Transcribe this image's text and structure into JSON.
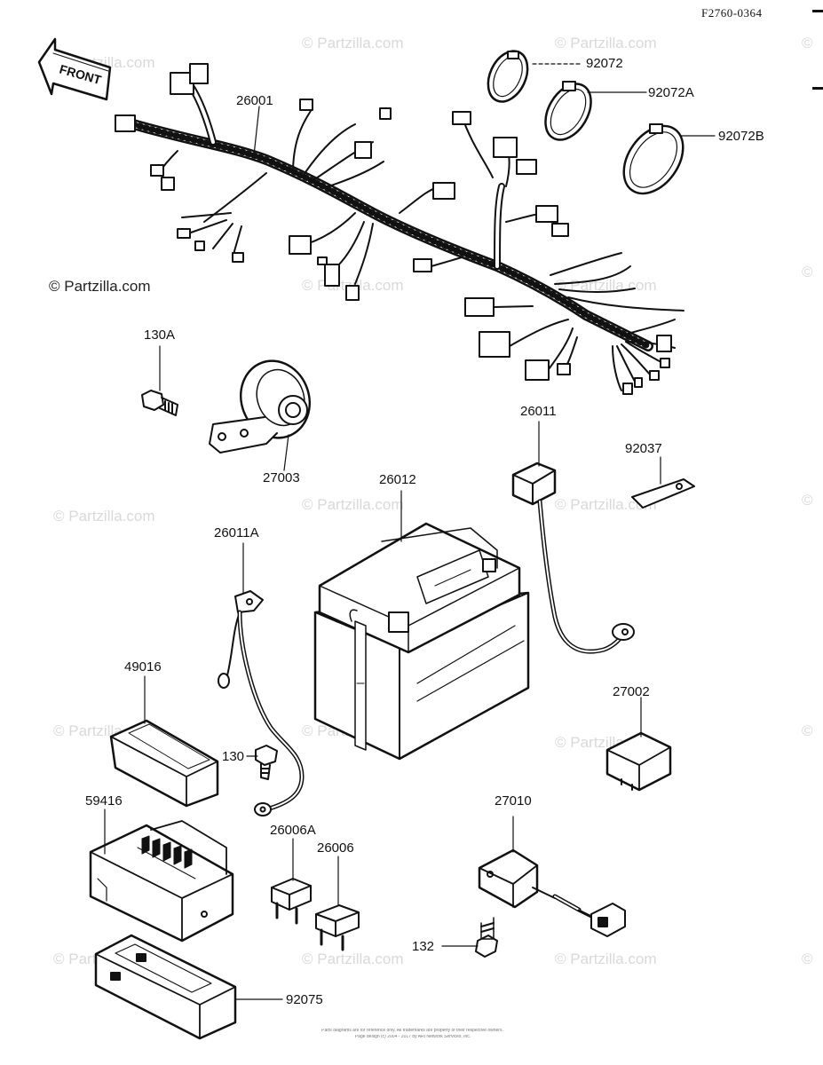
{
  "diagram": {
    "ref_code": "F2760-0364",
    "front_label": "FRONT",
    "watermark": {
      "text": "© Partzilla.com",
      "repeat": "© Partzilla.com"
    },
    "footer": {
      "line1": "Parts diagrams are for reference only. All trademarks are property of their respective owners.",
      "line2": "Page design (c) 2004 - 2017 by ARI Network Services, Inc."
    },
    "parts": {
      "p26001": "26001",
      "p92072": "92072",
      "p92072A": "92072A",
      "p92072B": "92072B",
      "p130A": "130A",
      "p27003": "27003",
      "p26011": "26011",
      "p92037": "92037",
      "p26012": "26012",
      "p26011A": "26011A",
      "p49016": "49016",
      "p27002": "27002",
      "p130": "130",
      "p59416": "59416",
      "p26006A": "26006A",
      "p26006": "26006",
      "p27010": "27010",
      "p132": "132",
      "p92075": "92075"
    }
  }
}
